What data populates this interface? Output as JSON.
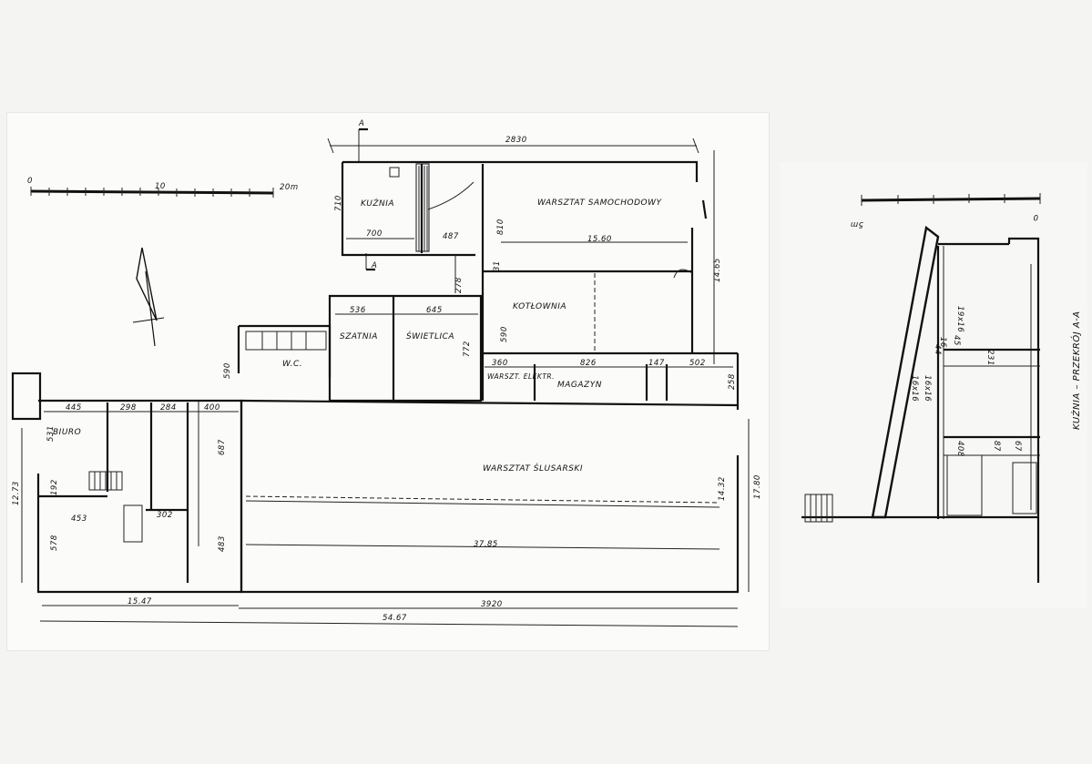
{
  "scale_bar": {
    "zero": "0",
    "ten": "10",
    "twenty": "20m"
  },
  "plan": {
    "rooms": {
      "kuznia": "KUŹNIA",
      "warsztat_samochodowy": "WARSZTAT SAMOCHODOWY",
      "kotlownia": "KOTŁOWNIA",
      "szatnia": "SZATNIA",
      "swietlica": "ŚWIETLICA",
      "wc": "W.C.",
      "warsztat_elektr": "WARSZT. ELEKTR.",
      "magazyn": "MAGAZYN",
      "biuro": "BIURO",
      "warsztat_slusarski": "WARSZTAT ŚLUSARSKI"
    },
    "section_marks": {
      "top": "A",
      "bottom": "A"
    },
    "dimensions": {
      "d2830": "2830",
      "d710": "710",
      "d700": "700",
      "d487": "487",
      "d810": "810",
      "d1560": "15.60",
      "d1465": "14.65",
      "d278": "278",
      "d31": "31",
      "d590a": "590",
      "d536": "536",
      "d645": "645",
      "d772": "772",
      "d590b": "590",
      "d360": "360",
      "d826": "826",
      "d147": "147",
      "d502": "502",
      "d258": "258",
      "d445": "445",
      "d298": "298",
      "d284": "284",
      "d400": "400",
      "d531": "531",
      "d687": "687",
      "d192": "192",
      "d1273": "12.73",
      "d453": "453",
      "d302": "302",
      "d578": "578",
      "d483": "483",
      "d1432": "14.32",
      "d1780": "17.80",
      "d3785": "37.85",
      "d1547": "15.47",
      "d3920": "3920",
      "d5467": "54.67"
    }
  },
  "section": {
    "title": "KUŹNIA – PRZEKRÓJ A-A",
    "scale_zero": "0",
    "scale_five": "5m",
    "dims": {
      "s1916": "19x16",
      "s44": "44",
      "s16": "16",
      "s45": "45",
      "s231": "231",
      "s16x16a": "16x16",
      "s16x16b": "16x16",
      "s408": "408",
      "s87": "87",
      "s67": "67"
    }
  }
}
